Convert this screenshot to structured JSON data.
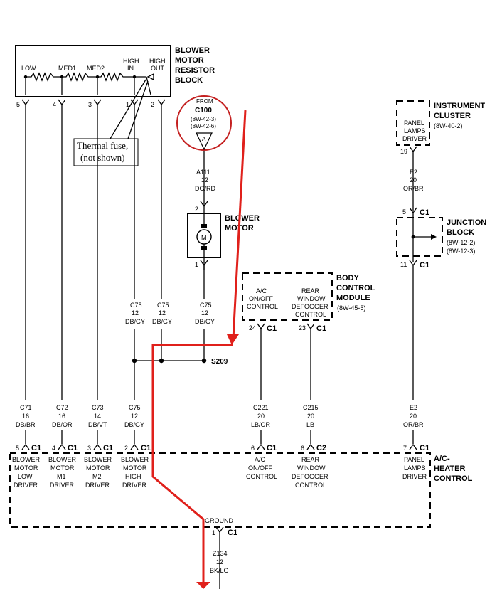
{
  "colors": {
    "highlight": "#e0201b",
    "ink": "#000000"
  },
  "resistor_block": {
    "title": [
      "BLOWER",
      "MOTOR",
      "RESISTOR",
      "BLOCK"
    ],
    "taps": [
      "LOW",
      "MED1",
      "MED2",
      "HIGH",
      "IN",
      "HIGH",
      "OUT"
    ],
    "pins": [
      "5",
      "4",
      "3",
      "1",
      "2"
    ]
  },
  "annotation": [
    "Thermal fuse,",
    "(not shown)"
  ],
  "from_connector": {
    "lines": [
      "FROM",
      "C100",
      "(8W-42-3)",
      "(8W-42-6)"
    ],
    "tag": "A"
  },
  "circuits": {
    "a111": [
      "A111",
      "12",
      "DG/RD"
    ],
    "c75_a": [
      "C75",
      "12",
      "DB/GY"
    ],
    "c75_b": [
      "C75",
      "12",
      "DB/GY"
    ],
    "c75_c": [
      "C75",
      "12",
      "DB/GY"
    ],
    "c75_d": [
      "C75",
      "12",
      "DB/GY"
    ],
    "c71": [
      "C71",
      "16",
      "DB/BR"
    ],
    "c72": [
      "C72",
      "16",
      "DB/OR"
    ],
    "c73": [
      "C73",
      "14",
      "DB/VT"
    ],
    "c221": [
      "C221",
      "20",
      "LB/OR"
    ],
    "c215": [
      "C215",
      "20",
      "LB"
    ],
    "e2_top": [
      "E2",
      "20",
      "OR/BR"
    ],
    "e2_bot": [
      "E2",
      "20",
      "OR/BR"
    ],
    "z134": [
      "Z134",
      "12",
      "BK/LG"
    ]
  },
  "blower_motor": {
    "title": [
      "BLOWER",
      "MOTOR"
    ],
    "symbol": "M",
    "pin_top": "2",
    "pin_bottom": "1"
  },
  "splice": "S209",
  "body_control": {
    "title": [
      "BODY",
      "CONTROL",
      "MODULE"
    ],
    "ref": "(8W-45-5)",
    "sections": [
      [
        "A/C",
        "ON/OFF",
        "CONTROL"
      ],
      [
        "REAR",
        "WINDOW",
        "DEFOGGER",
        "CONTROL"
      ]
    ],
    "pins": [
      {
        "num": "24",
        "conn": "C1"
      },
      {
        "num": "23",
        "conn": "C1"
      }
    ]
  },
  "instrument_cluster": {
    "title": [
      "INSTRUMENT",
      "CLUSTER"
    ],
    "ref": "(8W-40-2)",
    "driver": [
      "PANEL",
      "LAMPS",
      "DRIVER"
    ],
    "pin": "19"
  },
  "junction_block": {
    "title": [
      "JUNCTION",
      "BLOCK"
    ],
    "refs": [
      "(8W-12-2)",
      "(8W-12-3)"
    ],
    "pin_top": {
      "num": "5",
      "conn": "C1"
    },
    "pin_bottom": {
      "num": "11",
      "conn": "C1"
    }
  },
  "hvac_control": {
    "title": [
      "A/C-",
      "HEATER",
      "CONTROL"
    ],
    "pins": [
      {
        "num": "5",
        "conn": "C1",
        "label": [
          "BLOWER",
          "MOTOR",
          "LOW",
          "DRIVER"
        ]
      },
      {
        "num": "4",
        "conn": "C1",
        "label": [
          "BLOWER",
          "MOTOR",
          "M1",
          "DRIVER"
        ]
      },
      {
        "num": "3",
        "conn": "C1",
        "label": [
          "BLOWER",
          "MOTOR",
          "M2",
          "DRIVER"
        ]
      },
      {
        "num": "2",
        "conn": "C1",
        "label": [
          "BLOWER",
          "MOTOR",
          "HIGH",
          "DRIVER"
        ]
      },
      {
        "num": "6",
        "conn": "C1",
        "label": [
          "A/C",
          "ON/OFF",
          "CONTROL"
        ]
      },
      {
        "num": "6",
        "conn": "C2",
        "label": [
          "REAR",
          "WINDOW",
          "DEFOGGER",
          "CONTROL"
        ]
      },
      {
        "num": "7",
        "conn": "C1",
        "label": [
          "PANEL",
          "LAMPS",
          "DRIVER"
        ]
      }
    ],
    "ground": {
      "label": "GROUND",
      "num": "1",
      "conn": "C1"
    }
  }
}
